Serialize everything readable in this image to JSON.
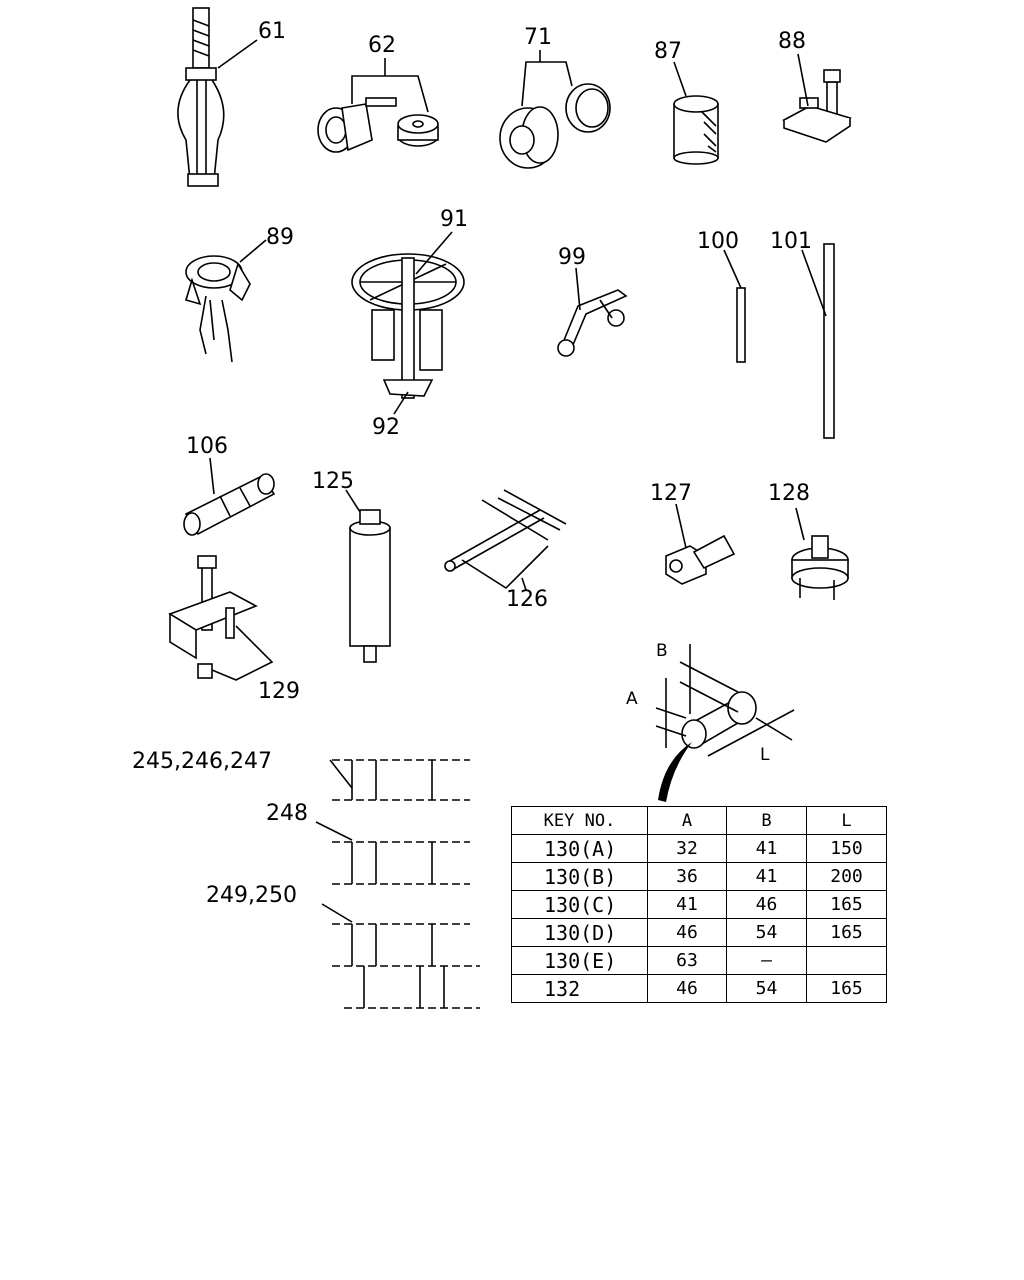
{
  "callouts": {
    "c61": "61",
    "c62": "62",
    "c71": "71",
    "c87": "87",
    "c88": "88",
    "c89": "89",
    "c91": "91",
    "c92": "92",
    "c99": "99",
    "c100": "100",
    "c101": "101",
    "c106": "106",
    "c125": "125",
    "c126": "126",
    "c127": "127",
    "c128": "128",
    "c129": "129",
    "c245": "245,246,247",
    "c248": "248",
    "c249": "249,250"
  },
  "dimensions": {
    "a": "A",
    "b": "B",
    "l": "L"
  },
  "spec_table": {
    "headers": [
      "KEY NO.",
      "A",
      "B",
      "L"
    ],
    "rows": [
      [
        "130(A)",
        "32",
        "41",
        "150"
      ],
      [
        "130(B)",
        "36",
        "41",
        "200"
      ],
      [
        "130(C)",
        "41",
        "46",
        "165"
      ],
      [
        "130(D)",
        "46",
        "54",
        "165"
      ],
      [
        "130(E)",
        "63",
        "–",
        ""
      ],
      [
        "132",
        "46",
        "54",
        "165"
      ]
    ]
  }
}
